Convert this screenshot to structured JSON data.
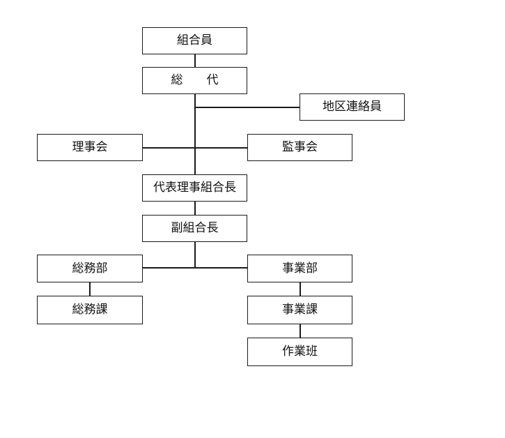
{
  "nodes": {
    "members": "組合員",
    "representatives": "総　　代",
    "district_liaison": "地区連絡員",
    "board_of_directors": "理事会",
    "board_of_auditors": "監事会",
    "representative_director": "代表理事組合長",
    "vice_president": "副組合長",
    "general_affairs_dept": "総務部",
    "general_affairs_section": "総務課",
    "business_dept": "事業部",
    "business_section": "事業課",
    "work_team": "作業班"
  }
}
